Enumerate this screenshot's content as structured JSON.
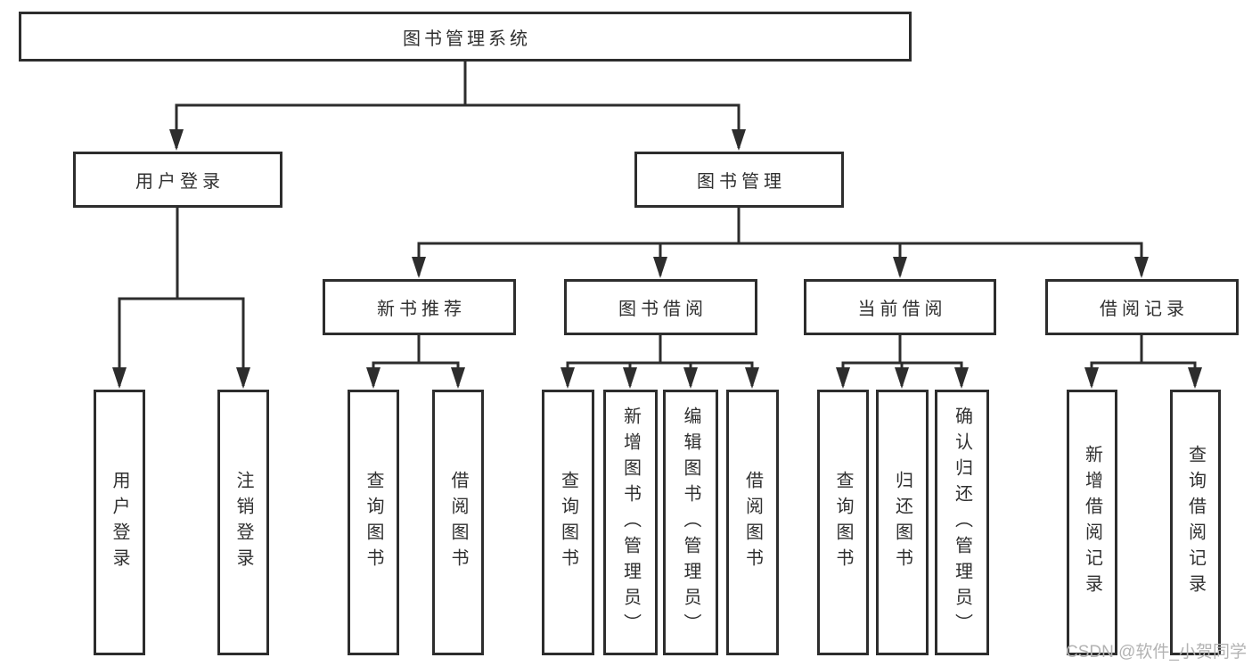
{
  "tree": {
    "label": "图书管理系统",
    "children": [
      {
        "label": "用户登录",
        "children": [
          {
            "label": "用户登录"
          },
          {
            "label": "注销登录"
          }
        ]
      },
      {
        "label": "图书管理",
        "children": [
          {
            "label": "新书推荐",
            "children": [
              {
                "label": "查询图书"
              },
              {
                "label": "借阅图书"
              }
            ]
          },
          {
            "label": "图书借阅",
            "children": [
              {
                "label": "查询图书"
              },
              {
                "label": "新增图书（管理员）"
              },
              {
                "label": "编辑图书（管理员）"
              },
              {
                "label": "借阅图书"
              }
            ]
          },
          {
            "label": "当前借阅",
            "children": [
              {
                "label": "查询图书"
              },
              {
                "label": "归还图书"
              },
              {
                "label": "确认归还（管理员）"
              }
            ]
          },
          {
            "label": "借阅记录",
            "children": [
              {
                "label": "新增借阅记录"
              },
              {
                "label": "查询借阅记录"
              }
            ]
          }
        ]
      }
    ]
  },
  "watermark": "CSDN @软件_小贺同学",
  "colors": {
    "line": "#2d2d2d",
    "box_border": "#2d2d2d",
    "text": "#303030",
    "watermark": "#b3b3b3",
    "background": "#ffffff"
  }
}
